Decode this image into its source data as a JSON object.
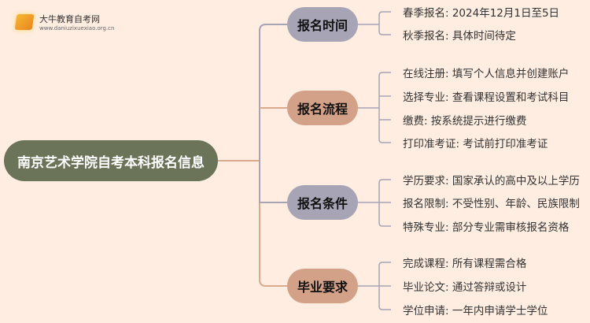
{
  "logo": {
    "title": "大牛教育自考网",
    "url": "www.daniuzixuexiao.org.cn"
  },
  "root": "南京艺术学院自考本科报名信息",
  "colors": {
    "background": "#feede0",
    "root": "#6b7358",
    "branch_gray": "#a6a4b5",
    "branch_tan": "#d3a088"
  },
  "branches": [
    {
      "label": "报名时间",
      "leaves": [
        "春季报名: 2024年12月1日至5日",
        "秋季报名: 具体时间待定"
      ]
    },
    {
      "label": "报名流程",
      "leaves": [
        "在线注册: 填写个人信息并创建账户",
        "选择专业: 查看课程设置和考试科目",
        "缴费: 按系统提示进行缴费",
        "打印准考证: 考试前打印准考证"
      ]
    },
    {
      "label": "报名条件",
      "leaves": [
        "学历要求: 国家承认的高中及以上学历",
        "报名限制: 不受性别、年龄、民族限制",
        "特殊专业: 部分专业需审核报名资格"
      ]
    },
    {
      "label": "毕业要求",
      "leaves": [
        "完成课程: 所有课程需合格",
        "毕业论文: 通过答辩或设计",
        "学位申请: 一年内申请学士学位"
      ]
    }
  ]
}
